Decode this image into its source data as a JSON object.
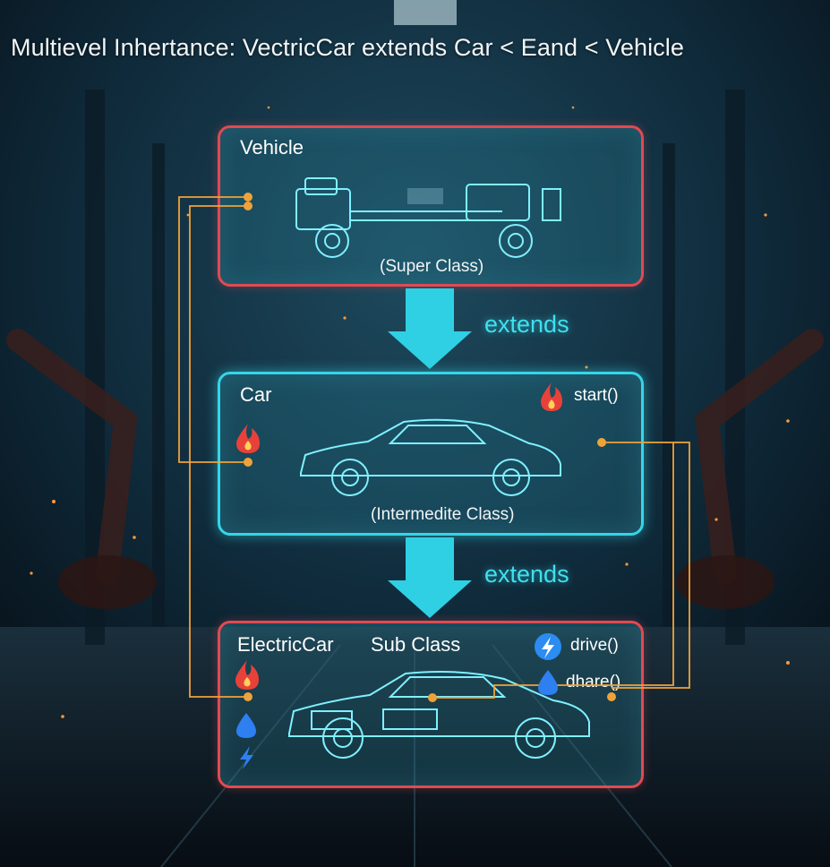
{
  "title": "Multievel Inhertance: VectricCar extends Car < Eand < Vehicle",
  "vehicle": {
    "name": "Vehicle",
    "role": "(Super Class)"
  },
  "car": {
    "name": "Car",
    "role": "(Intermedite Class)",
    "methods": [
      "start()"
    ]
  },
  "electric_car": {
    "name": "ElectricCar",
    "role": "Sub Class",
    "methods": [
      "drive()",
      "dhare()"
    ]
  },
  "relations": [
    "extends",
    "extends"
  ],
  "icons": [
    "flame-icon",
    "lightning-bolt-icon",
    "water-drop-icon"
  ],
  "colors": {
    "super_border": "#e14a52",
    "intermediate_border": "#35d6e8",
    "sub_border": "#e14a52",
    "arrow": "#2fd0e4",
    "extends_text": "#3fe0ef",
    "connector": "#f0a23a"
  }
}
